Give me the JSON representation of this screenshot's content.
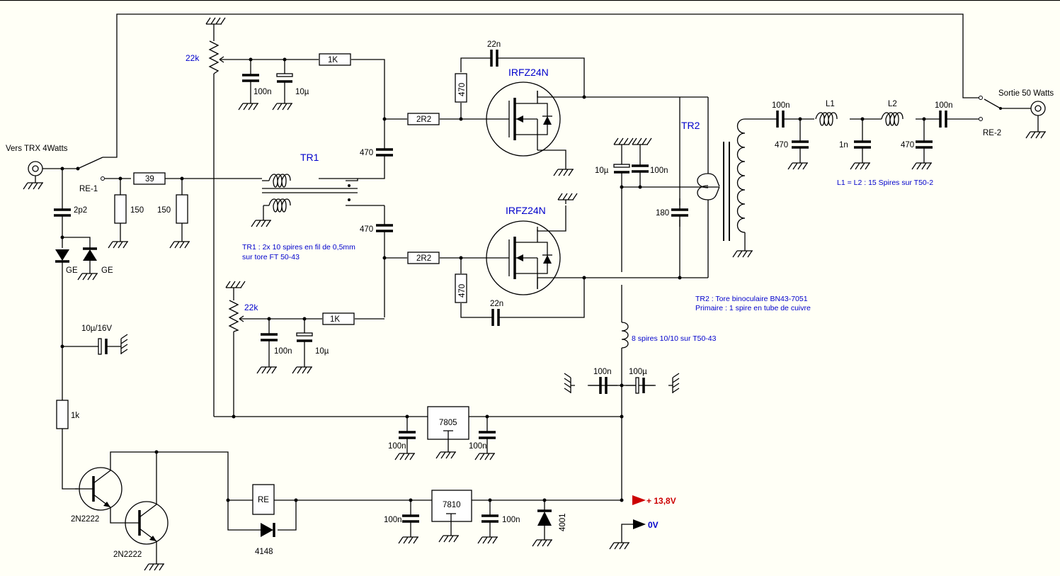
{
  "labels": {
    "vers_trx": "Vers TRX 4Watts",
    "sortie": "Sortie 50 Watts",
    "re1": "RE-1",
    "re2": "RE-2",
    "pot_top": "22k",
    "pot_bot": "22k",
    "c_top_100n": "100n",
    "c_top_10u": "10µ",
    "r_top_1k": "1K",
    "r_bot_1k": "1K",
    "c_bot_100n": "100n",
    "c_bot_10u": "10µ",
    "c_22n_top": "22n",
    "c_22n_bot": "22n",
    "r_470_gate_top": "470",
    "r_470_gate_bot": "470",
    "q_top": "IRFZ24N",
    "q_bot": "IRFZ24N",
    "r_2r2_top": "2R2",
    "r_2r2_bot": "2R2",
    "c_470_top": "470",
    "c_470_bot": "470",
    "tr1": "TR1",
    "tr2": "TR2",
    "r_39": "39",
    "r_150a": "150",
    "r_150b": "150",
    "c_2p2": "2p2",
    "diode_ge1": "GE",
    "diode_ge2": "GE",
    "tr1_note1": "TR1 : 2x 10 spires en fil de 0,5mm",
    "tr1_note2": "sur tore FT 50-43",
    "tr2_note1": "TR2 : Tore binoculaire BN43-7051",
    "tr2_note2": "Primaire : 1 spire en tube de cuivre",
    "c_10u_tr2": "10µ",
    "c_100n_tr2": "100n",
    "c_180": "180",
    "choke_note": "8 spires 10/10 sur T50-43",
    "c_100n_dec": "100n",
    "c_100u_dec": "100µ",
    "c_10u16v": "10µ/16V",
    "r_1k": "1k",
    "reg_7805": "7805",
    "reg_7810": "7810",
    "c_7805_in": "100n",
    "c_7805_out": "100n",
    "c_7810_in": "100n",
    "c_7810_out": "100n",
    "relay": "RE",
    "d_4148": "4148",
    "d_4001": "4001",
    "q_2n2222a": "2N2222",
    "q_2n2222b": "2N2222",
    "supply": "+ 13,8V",
    "ground": "0V",
    "c_out_100n_a": "100n",
    "c_out_100n_b": "100n",
    "c_out_470a": "470",
    "c_out_1n": "1n",
    "c_out_470b": "470",
    "l1": "L1",
    "l2": "L2",
    "filter_note": "L1 = L2 : 15 Spires sur T50-2"
  },
  "colors": {
    "wire": "#000000",
    "label_blue": "#0000cc",
    "supply_red": "#cc0000",
    "background": "#fffff6"
  }
}
